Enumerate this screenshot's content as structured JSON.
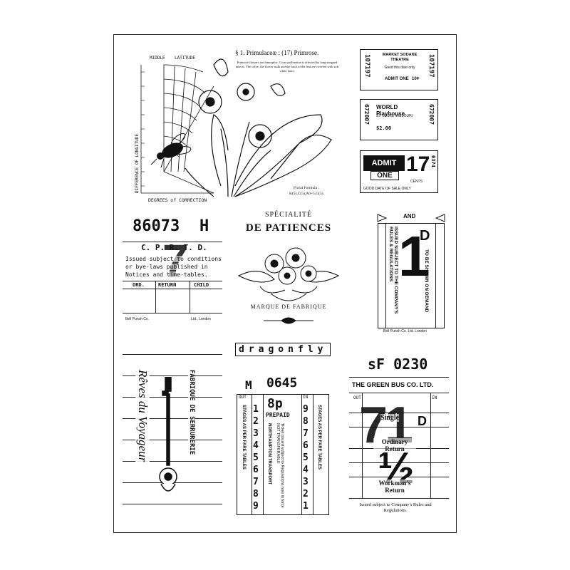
{
  "primrose": {
    "heading": "§ 1. Primulaceæ : (17) Primrose.",
    "description": "Primrose flowers are dimorphic. Cross pollination is effected by long-tongued insects. The calyx, the flower stalk and the back of the leaf are covered with soft white hairs.",
    "formula_label": "Floral Formula :",
    "formula": "K(5),C(5),A0+5,G(5).",
    "chart_top_left": "MIDDLE",
    "chart_top_right": "LATITUDE",
    "chart_side": "DIFFERENCE OF LONGITUDE",
    "chart_bottom": "DEGREES of CORRECTION"
  },
  "ticket_market": {
    "number": "107197",
    "title": "MARKET SODANE THEATRE",
    "line1": "ADMIT ONE",
    "price": "10¢",
    "fine": "Good this date only"
  },
  "ticket_world": {
    "number": "672007",
    "title": "WORLD Playhouse",
    "price": "$2.00",
    "fine": "ST. LOUIS, MISSOURI"
  },
  "ticket_admit": {
    "admit": "ADMIT",
    "one": "ONE",
    "big": "17",
    "cents": "CENTS",
    "side": "0374",
    "footer": "GOOD DATE OF SALE ONLY"
  },
  "ticket_86073": {
    "number": "86073",
    "letter": "H",
    "company": "C.  P.  R.  T.  D.",
    "text1": "Issued subject to conditions",
    "text2": "or bye-laws published in",
    "text3": "Notices and time-tables.",
    "col1": "ORD.",
    "col2": "RETURN",
    "col3": "CHILD",
    "overlay": "7",
    "footer_left": "Bell Punch Co.",
    "footer_right": "Ltd., London"
  },
  "patiences": {
    "top": "SPÉCIALITÉ",
    "title": "DE PATIENCES",
    "bottom": "MARQUE DE FABRIQUE"
  },
  "ticket_1d": {
    "big": "1",
    "sup": "D",
    "and": "AND",
    "text_left": "ISSUED SUBJECT TO THE COMPANY'S RULES & REGULATIONS",
    "text_right": "TO BE SHOWN ON DEMAND",
    "footer": "Bell Punch Co. Ltd. London"
  },
  "dragonfly": {
    "word": "dragonfly"
  },
  "key_panel": {
    "script": "Rêves du Voyageur",
    "side": "FABRIQUE DE SERRURERIE"
  },
  "ticket_0645": {
    "series": "M",
    "number": "0645",
    "fare": "8p",
    "prepaid": "PREPAID",
    "out": "OUT",
    "in": "IN",
    "left_nums": [
      "1",
      "2",
      "3",
      "4",
      "5",
      "6",
      "7",
      "8",
      "9"
    ],
    "right_nums": [
      "9",
      "8",
      "7",
      "6",
      "5",
      "4",
      "3",
      "2",
      "1"
    ],
    "side_left": "STAGES AS PER FARE TABLES",
    "side_right": "STAGES AS PER FARE TABLES",
    "company": "NORTHAMPTON TRANSPORT",
    "notice": "Ticket issued subject to Regulations now in force NOT TRANSFERABLE"
  },
  "ticket_0230": {
    "number": "sF 0230",
    "company": "THE GREEN BUS CO. LTD.",
    "out": "OUT",
    "in": "IN",
    "single": "Single",
    "ordinary": "Ordinary Return",
    "workman": "Workman's Return",
    "big": "71",
    "sup": "D",
    "half": "½",
    "footer": "Issued subject to Company's Rules and Regulations."
  }
}
